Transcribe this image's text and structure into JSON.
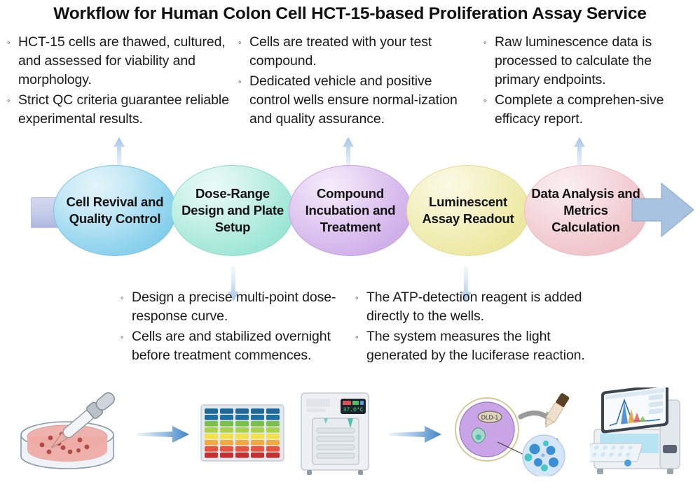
{
  "title": "Workflow for Human Colon Cell HCT-15-based Proliferation Assay Service",
  "bullet_marker": "◦",
  "top_blocks": [
    {
      "id": "block-top-1",
      "items": [
        "HCT-15 cells are thawed, cultured, and assessed for viability and morphology.",
        "Strict QC criteria guarantee reliable experimental results."
      ]
    },
    {
      "id": "block-top-2",
      "items": [
        "Cells are treated with your test compound.",
        "Dedicated vehicle and positive control wells ensure normal-ization and quality assurance."
      ]
    },
    {
      "id": "block-top-3",
      "items": [
        "Raw luminescence data is processed to calculate the primary endpoints.",
        "Complete a comprehen-sive efficacy report."
      ]
    }
  ],
  "bottom_blocks": [
    {
      "id": "block-bot-1",
      "items": [
        "Design a precise multi-point dose-response curve.",
        "Cells are and stabilized overnight before treatment commences."
      ]
    },
    {
      "id": "block-bot-2",
      "items": [
        "The ATP-detection reagent is added directly to the wells.",
        "The system measures the light generated by the luciferase reaction."
      ]
    }
  ],
  "flow": {
    "nodes": [
      {
        "label": "Cell Revival and Quality Control",
        "color": "#8fd3ea"
      },
      {
        "label": "Dose-Range Design and Plate Setup",
        "color": "#a5e5d6"
      },
      {
        "label": "Compound Incubation and Treatment",
        "color": "#cfa9e6"
      },
      {
        "label": "Luminescent Assay Readout",
        "color": "#eeeaa8"
      },
      {
        "label": "Data Analysis and Metrics Calculation",
        "color": "#f0c6cc"
      }
    ],
    "arrow_color": "#9ab8dd",
    "connector_color": "#c8daf0",
    "tail_color": "#c3cbe8"
  },
  "illustrations": [
    {
      "name": "petri-dish-with-pipette",
      "caption": ""
    },
    {
      "name": "microplate-color-gradient",
      "caption": ""
    },
    {
      "name": "co2-incubator",
      "display": "37.0°C"
    },
    {
      "name": "cell-diagram-with-reagent-droplet",
      "cell_label": "DLD-1"
    },
    {
      "name": "luminescence-plate-reader",
      "caption": ""
    }
  ],
  "strip_arrow_color": "#5b9bd5"
}
